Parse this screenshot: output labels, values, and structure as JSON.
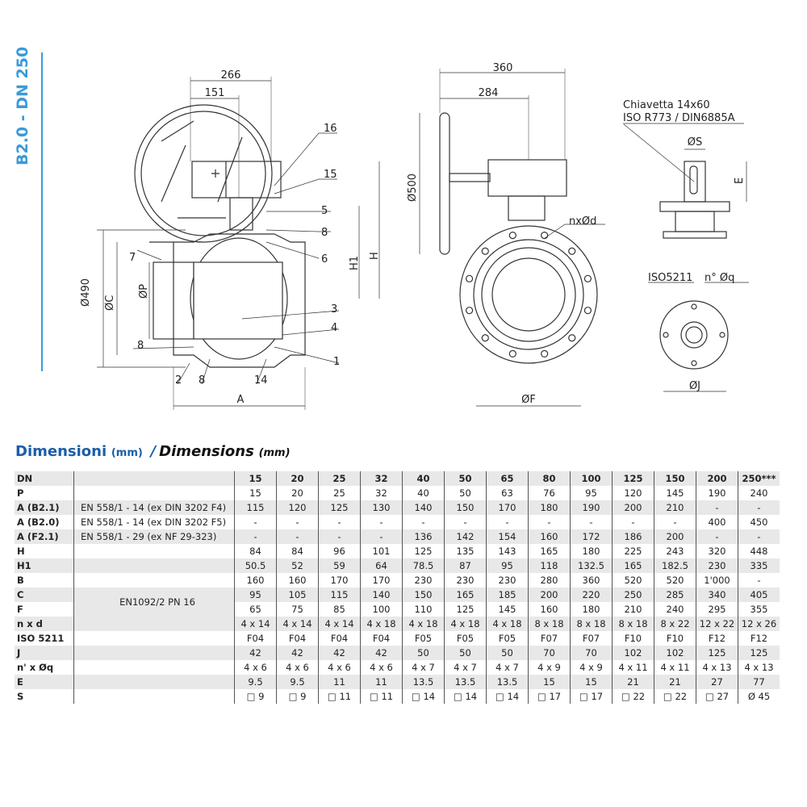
{
  "side_title": "B2.0 - DN 250",
  "drawing": {
    "dims_left": {
      "d266": "266",
      "d151": "151",
      "d490": "Ø490",
      "dC": "ØC",
      "dP": "ØP",
      "H1": "H1",
      "H": "H",
      "A": "A"
    },
    "parts": [
      "16",
      "15",
      "5",
      "8",
      "6",
      "7",
      "3",
      "4",
      "8",
      "1",
      "2",
      "8",
      "14"
    ],
    "dims_middle": {
      "d360": "360",
      "d284": "284",
      "d500": "Ø500",
      "nxd": "nxØd",
      "F": "ØF"
    },
    "key_note_1": "Chiavetta 14x60",
    "key_note_2": "ISO R773 / DIN6885A",
    "dims_right": {
      "S": "ØS",
      "E": "E",
      "iso": "ISO5211",
      "nq": "n° Øq",
      "J": "ØJ"
    }
  },
  "title": {
    "it": "Dimensioni",
    "it_unit": "(mm)",
    "sep": "/",
    "en": "Dimensions",
    "en_unit": "(mm)"
  },
  "table": {
    "rows": [
      {
        "label": "DN",
        "desc": "",
        "values": [
          "15",
          "20",
          "25",
          "32",
          "40",
          "50",
          "65",
          "80",
          "100",
          "125",
          "150",
          "200",
          "250***"
        ]
      },
      {
        "label": "P",
        "desc": "",
        "values": [
          "15",
          "20",
          "25",
          "32",
          "40",
          "50",
          "63",
          "76",
          "95",
          "120",
          "145",
          "190",
          "240"
        ]
      },
      {
        "label": "A (B2.1)",
        "desc": "EN 558/1 - 14 (ex DIN 3202 F4)",
        "values": [
          "115",
          "120",
          "125",
          "130",
          "140",
          "150",
          "170",
          "180",
          "190",
          "200",
          "210",
          "-",
          "-"
        ]
      },
      {
        "label": "A (B2.0)",
        "desc": "EN 558/1 - 14 (ex DIN 3202 F5)",
        "values": [
          "-",
          "-",
          "-",
          "-",
          "-",
          "-",
          "-",
          "-",
          "-",
          "-",
          "-",
          "400",
          "450"
        ]
      },
      {
        "label": "A (F2.1)",
        "desc": "EN 558/1 - 29 (ex NF 29-323)",
        "values": [
          "-",
          "-",
          "-",
          "-",
          "136",
          "142",
          "154",
          "160",
          "172",
          "186",
          "200",
          "-",
          "-"
        ]
      },
      {
        "label": "H",
        "desc": "",
        "values": [
          "84",
          "84",
          "96",
          "101",
          "125",
          "135",
          "143",
          "165",
          "180",
          "225",
          "243",
          "320",
          "448"
        ]
      },
      {
        "label": "H1",
        "desc": "",
        "values": [
          "50.5",
          "52",
          "59",
          "64",
          "78.5",
          "87",
          "95",
          "118",
          "132.5",
          "165",
          "182.5",
          "230",
          "335"
        ]
      },
      {
        "label": "B",
        "desc": "",
        "values": [
          "160",
          "160",
          "170",
          "170",
          "230",
          "230",
          "230",
          "280",
          "360",
          "520",
          "520",
          "1'000",
          "-"
        ]
      },
      {
        "label": "C",
        "desc": "",
        "values": [
          "95",
          "105",
          "115",
          "140",
          "150",
          "165",
          "185",
          "200",
          "220",
          "250",
          "285",
          "340",
          "405"
        ]
      },
      {
        "label": "F",
        "desc": "EN1092/2 PN 16",
        "values": [
          "65",
          "75",
          "85",
          "100",
          "110",
          "125",
          "145",
          "160",
          "180",
          "210",
          "240",
          "295",
          "355"
        ]
      },
      {
        "label": "n x d",
        "desc": "",
        "values": [
          "4 x 14",
          "4 x 14",
          "4 x 14",
          "4 x 18",
          "4 x 18",
          "4 x 18",
          "4 x 18",
          "8 x 18",
          "8 x 18",
          "8 x 18",
          "8 x 22",
          "12 x 22",
          "12 x 26"
        ]
      },
      {
        "label": "ISO 5211",
        "desc": "",
        "values": [
          "F04",
          "F04",
          "F04",
          "F04",
          "F05",
          "F05",
          "F05",
          "F07",
          "F07",
          "F10",
          "F10",
          "F12",
          "F12"
        ]
      },
      {
        "label": "J",
        "desc": "",
        "values": [
          "42",
          "42",
          "42",
          "42",
          "50",
          "50",
          "50",
          "70",
          "70",
          "102",
          "102",
          "125",
          "125"
        ]
      },
      {
        "label": "n' x Øq",
        "desc": "",
        "values": [
          "4 x 6",
          "4 x 6",
          "4 x 6",
          "4 x 6",
          "4 x 7",
          "4 x 7",
          "4 x 7",
          "4 x 9",
          "4 x 9",
          "4 x 11",
          "4 x 11",
          "4 x 13",
          "4 x 13"
        ]
      },
      {
        "label": "E",
        "desc": "",
        "values": [
          "9.5",
          "9.5",
          "11",
          "11",
          "13.5",
          "13.5",
          "13.5",
          "15",
          "15",
          "21",
          "21",
          "27",
          "77"
        ]
      },
      {
        "label": "S",
        "desc": "",
        "values": [
          "□ 9",
          "□ 9",
          "□ 11",
          "□ 11",
          "□ 14",
          "□ 14",
          "□ 14",
          "□ 17",
          "□ 17",
          "□ 22",
          "□ 22",
          "□ 27",
          "Ø 45"
        ]
      }
    ]
  }
}
